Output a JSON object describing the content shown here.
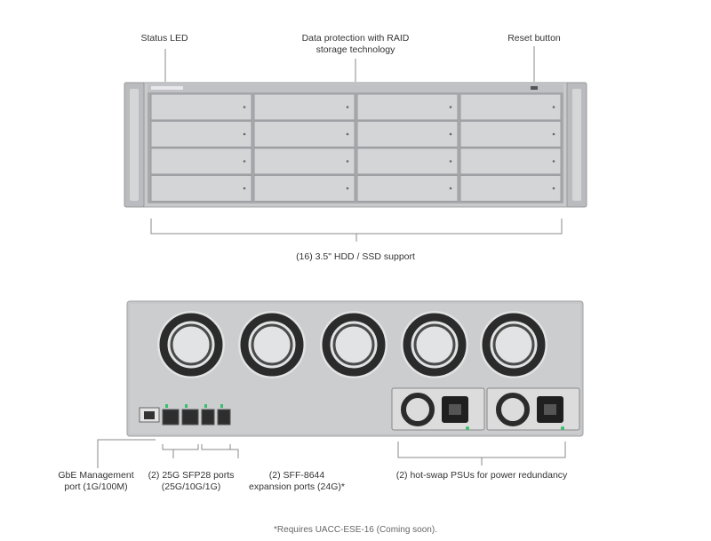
{
  "front": {
    "status_led_label": "Status LED",
    "raid_label_line1": "Data protection with RAID",
    "raid_label_line2": "storage technology",
    "reset_label": "Reset button",
    "drive_label": "(16) 3.5\" HDD / SSD support",
    "bay_count": 16
  },
  "rear": {
    "mgmt_label_line1": "GbE Management",
    "mgmt_label_line2": "port (1G/100M)",
    "sfp_label_line1": "(2) 25G SFP28 ports",
    "sfp_label_line2": "(25G/10G/1G)",
    "sff_label_line1": "(2) SFF-8644",
    "sff_label_line2": "expansion ports (24G)*",
    "psu_label": "(2) hot-swap PSUs for power redundancy",
    "fan_count": 5
  },
  "footnote": "*Requires UACC-ESE-16 (Coming soon).",
  "colors": {
    "chassis": "#c9cacc",
    "chassis_dark": "#a9abae",
    "bay": "#d4d5d7",
    "fan_ring": "#2b2b2b",
    "port_green": "#38c06b",
    "bracket": "#8a8a8a"
  }
}
